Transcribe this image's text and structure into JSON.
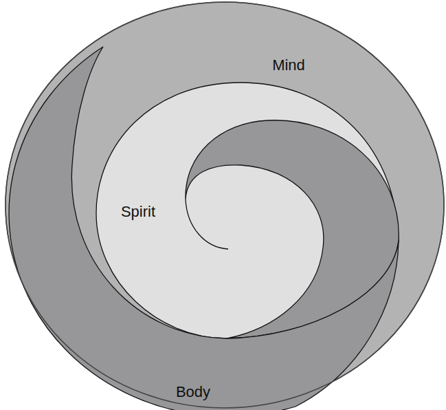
{
  "diagram": {
    "nodes": [
      {
        "text": [
          "Mind"
        ]
      },
      {
        "text": [
          "Spirit"
        ]
      },
      {
        "text": [
          "Body"
        ]
      }
    ]
  }
}
